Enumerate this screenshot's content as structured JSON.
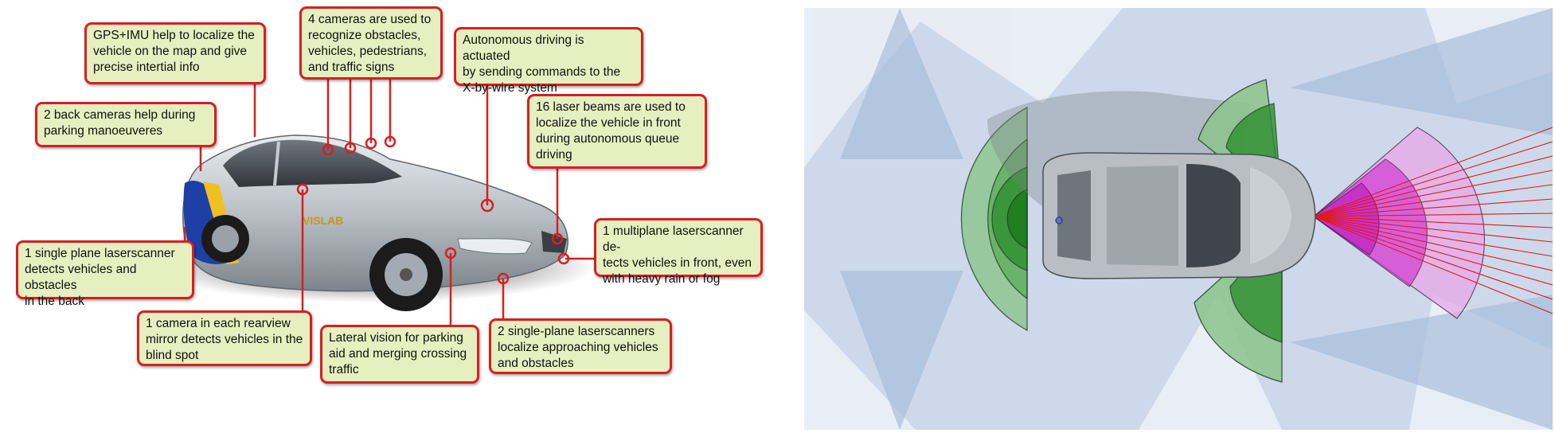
{
  "callouts": {
    "gps_imu": "GPS+IMU help to localize the\nvehicle on the map and give\nprecise intertial info",
    "four_cameras": "4 cameras are used to\nrecognize obstacles,\nvehicles, pedestrians,\nand traffic signs",
    "autonomous_driving": "Autonomous driving is actuated\nby sending commands to the\nX-by-wire system",
    "back_cameras": "2 back cameras help during\nparking manoeuveres",
    "laser_beams": "16 laser beams are used to\nlocalize the vehicle in front\nduring autonomous queue\ndriving",
    "multiplane_laser": "1 multiplane laserscanner de-\ntects vehicles in front, even\nwith heavy rain or fog",
    "single_plane_laser": "1 single plane laserscanner\ndetects vehicles and obstacles\nin the back",
    "rearview_camera": "1 camera in each rearview\nmirror detects vehicles in the\nblind spot",
    "lateral_vision": "Lateral vision for parking\naid and merging crossing\ntraffic",
    "two_single_plane": "2 single-plane laserscanners\nlocalize approaching vehicles\nand obstacles"
  },
  "car_logo": "VISLAB",
  "colors": {
    "callout_border": "#d62020",
    "callout_fill": "#e6efc0",
    "sensor_green": "#3a9a3a",
    "laser_magenta": "#d23cd2",
    "laser_beam": "#e01a1a",
    "background_blue": "#cdd9ea"
  }
}
